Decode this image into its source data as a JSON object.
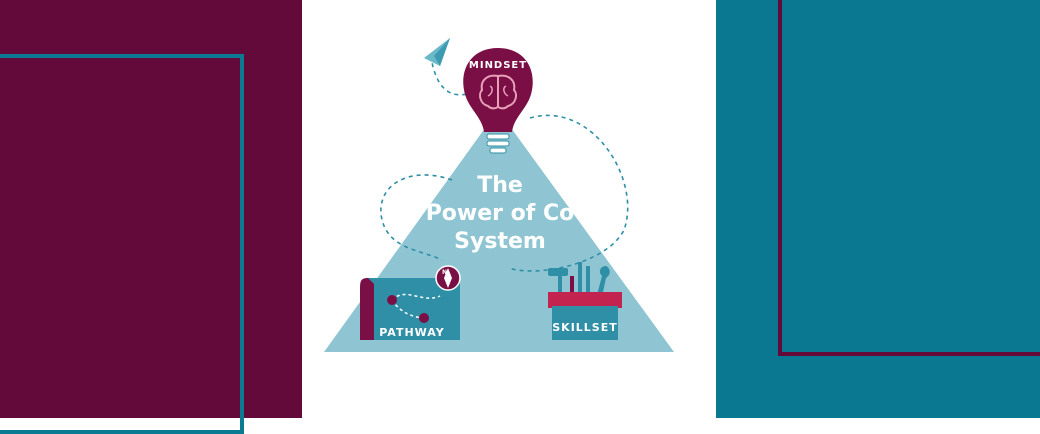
{
  "title_lines": [
    "The",
    "Power of Co",
    "System"
  ],
  "mindset_label": "MINDSET",
  "pathway_label": "PATHWAY",
  "skillset_label": "SKILLSET",
  "compass_letter": "N",
  "icons": [
    "paper-plane-icon",
    "lightbulb-brain-icon",
    "map-pathway-icon",
    "compass-icon",
    "toolbox-icon"
  ],
  "colors": {
    "maroon": "#630a3a",
    "teal": "#0b7891",
    "triangle": "#8fc5d2",
    "map": "#2f8fa6",
    "toolbox_red": "#c2244f"
  }
}
